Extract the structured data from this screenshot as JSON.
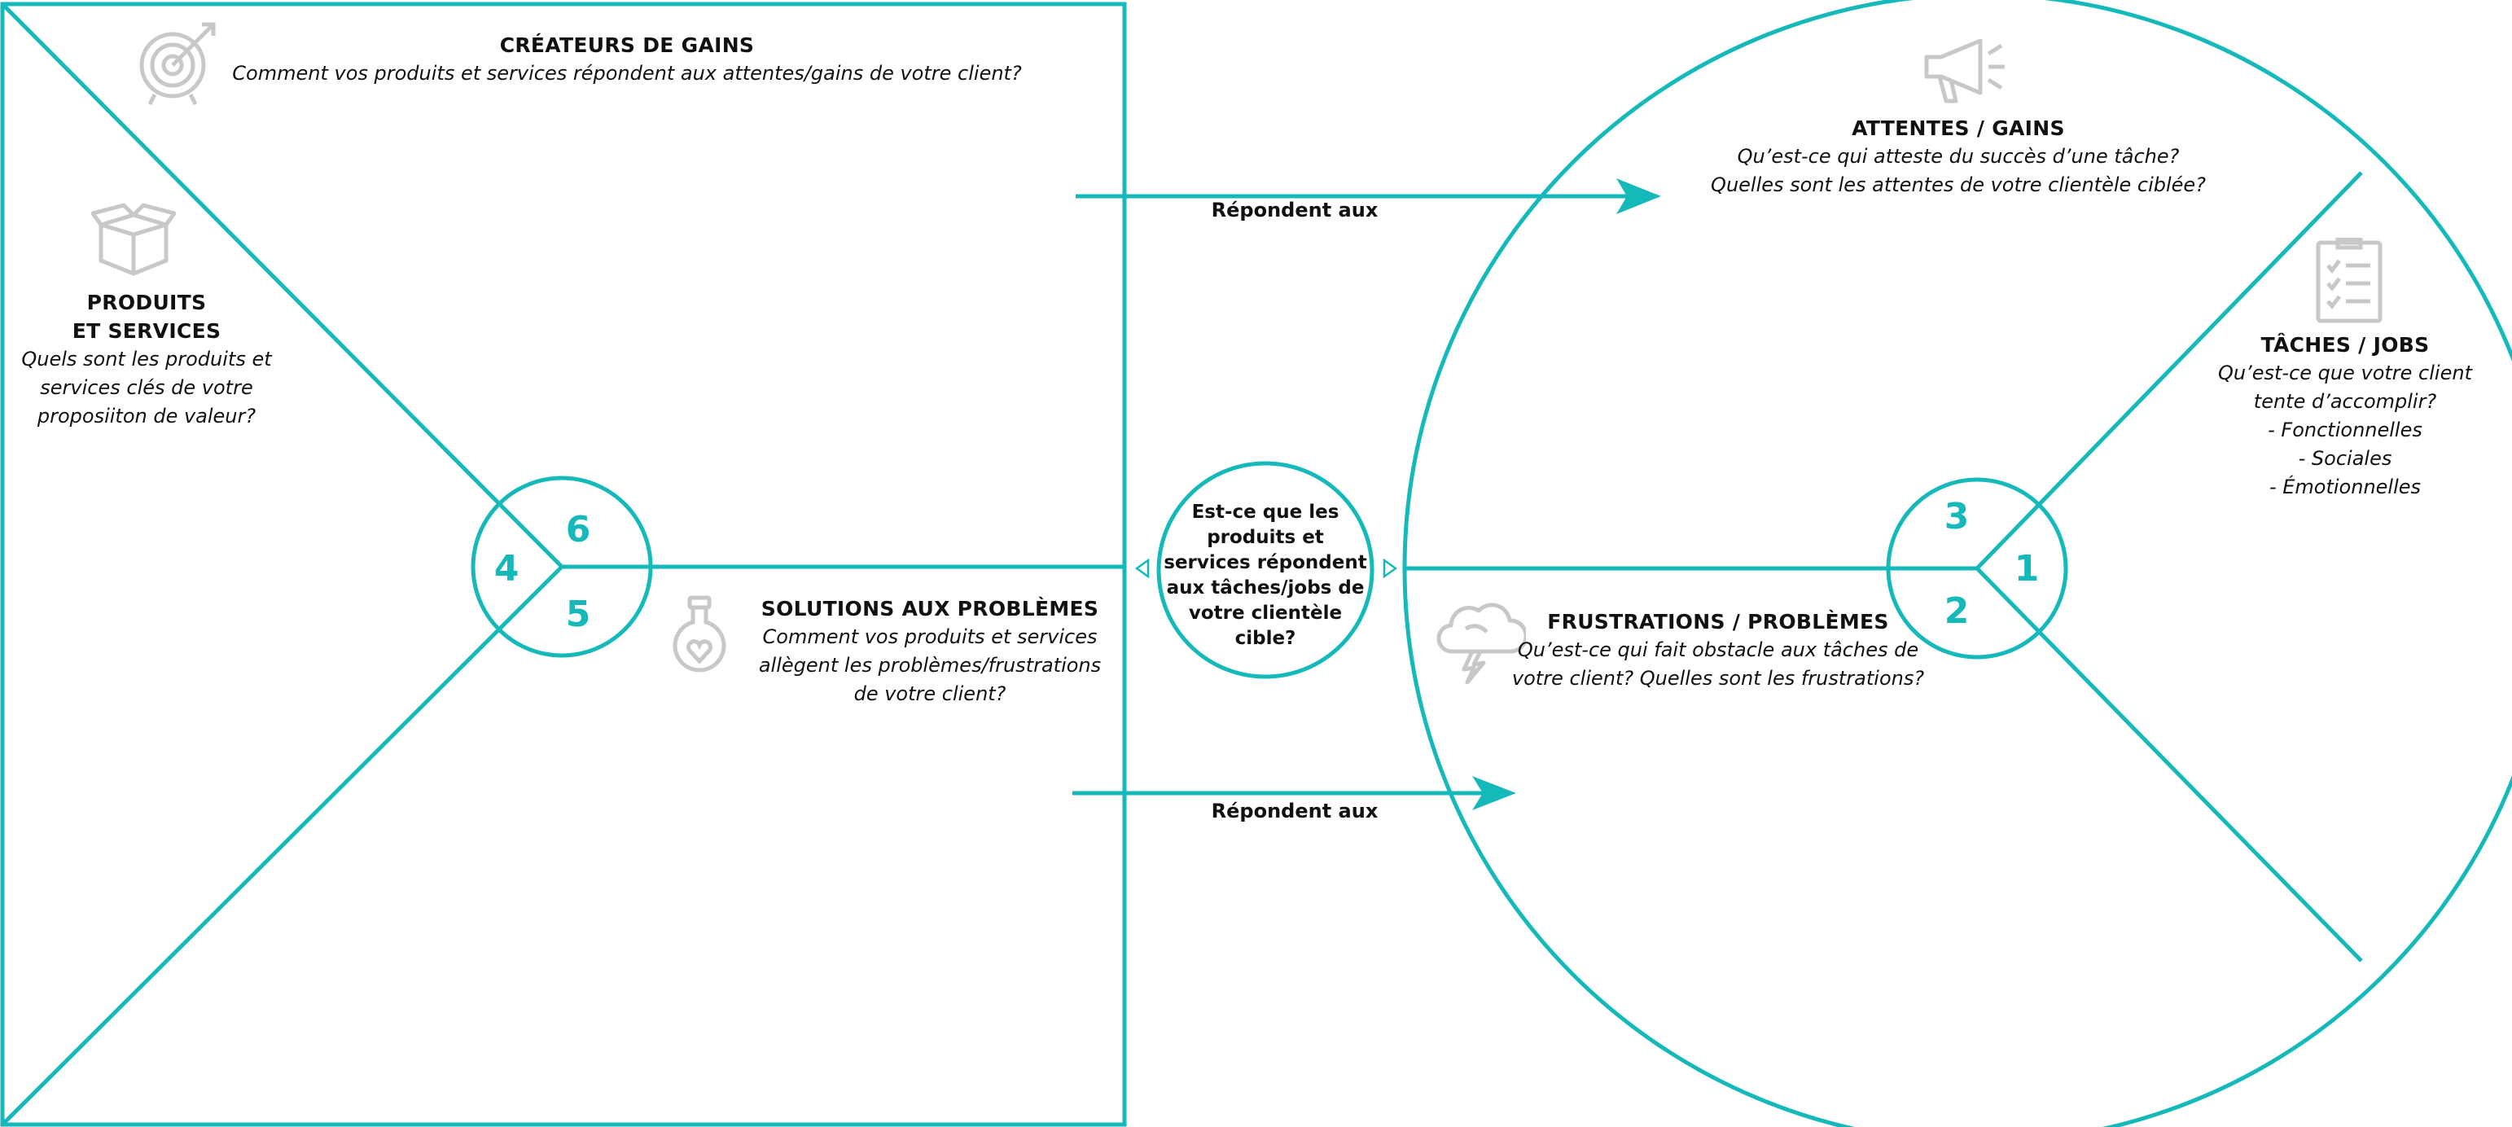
{
  "colors": {
    "accent": "#15b9ba",
    "icon": "#c8c8c8",
    "text": "#111111"
  },
  "value_map": {
    "gain_creators": {
      "number": "6",
      "title": "CRÉATEURS DE GAINS",
      "description": "Comment vos produits et services répondent aux attentes/gains de votre client?",
      "icon": "target-icon"
    },
    "products_services": {
      "number": "4",
      "title_lines": [
        "PRODUITS",
        "ET SERVICES"
      ],
      "description_lines": [
        "Quels sont les produits et",
        "services clés de votre",
        "proposiiton de valeur?"
      ],
      "icon": "box-icon"
    },
    "pain_relievers": {
      "number": "5",
      "title": "SOLUTIONS AUX PROBLÈMES",
      "description_lines": [
        "Comment vos produits et services",
        "allègent les problèmes/frustrations",
        "de votre client?"
      ],
      "icon": "potion-flask-icon"
    }
  },
  "customer_profile": {
    "gains": {
      "number": "3",
      "title": "ATTENTES / GAINS",
      "description_lines": [
        "Qu’est-ce qui atteste du succès d’une tâche?",
        "Quelles sont les attentes de votre clientèle ciblée?"
      ],
      "icon": "megaphone-icon"
    },
    "jobs": {
      "number": "1",
      "title": "TÂCHES / JOBS",
      "description_lines": [
        "Qu’est-ce que votre client",
        "tente d’accomplir?",
        "- Fonctionnelles",
        "- Sociales",
        "- Émotionnelles"
      ],
      "icon": "clipboard-checklist-icon"
    },
    "pains": {
      "number": "2",
      "title": "FRUSTRATIONS / PROBLÈMES",
      "description_lines": [
        "Qu’est-ce qui fait obstacle aux tâches de",
        "votre client? Quelles sont les frustrations?"
      ],
      "icon": "storm-cloud-icon"
    }
  },
  "arrows": {
    "top_label": "Répondent aux",
    "bottom_label": "Répondent aux"
  },
  "center_question_lines": [
    "Est-ce que les",
    "produits et",
    "services répondent",
    "aux tâches/jobs de",
    "votre clientèle",
    "cible?"
  ]
}
